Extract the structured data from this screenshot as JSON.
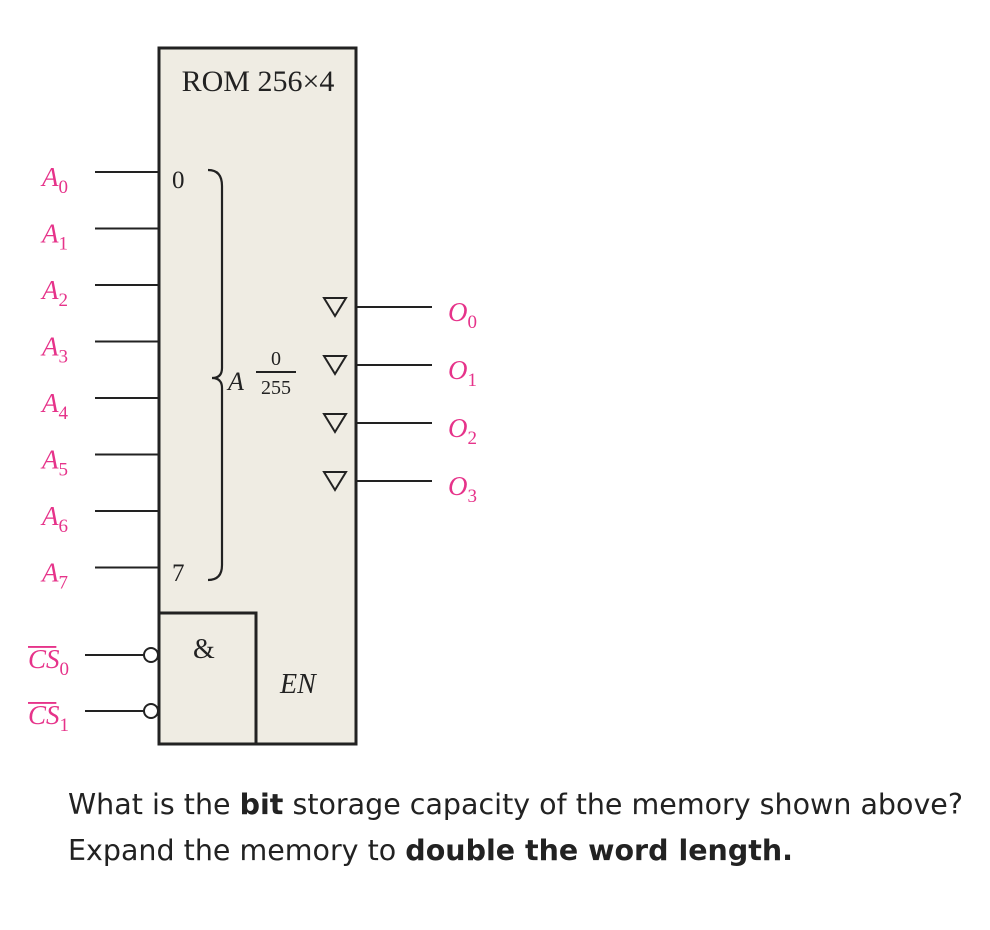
{
  "diagram": {
    "title": "ROM 256×4",
    "address_inputs": [
      {
        "name": "A",
        "sub": "0"
      },
      {
        "name": "A",
        "sub": "1"
      },
      {
        "name": "A",
        "sub": "2"
      },
      {
        "name": "A",
        "sub": "3"
      },
      {
        "name": "A",
        "sub": "4"
      },
      {
        "name": "A",
        "sub": "5"
      },
      {
        "name": "A",
        "sub": "6"
      },
      {
        "name": "A",
        "sub": "7"
      }
    ],
    "outputs": [
      {
        "name": "O",
        "sub": "0"
      },
      {
        "name": "O",
        "sub": "1"
      },
      {
        "name": "O",
        "sub": "2"
      },
      {
        "name": "O",
        "sub": "3"
      }
    ],
    "chip_selects": [
      {
        "name": "CS",
        "sub": "0"
      },
      {
        "name": "CS",
        "sub": "1"
      }
    ],
    "address_range_start": "0",
    "address_range_end": "7",
    "address_symbol": "A",
    "address_fraction_top": "0",
    "address_fraction_bottom": "255",
    "and_gate_label": "&",
    "enable_label": "EN",
    "colors": {
      "signal_labels": "#e6338a",
      "box_fill": "#efece3",
      "lines": "#222222"
    }
  },
  "question": {
    "line1_prefix": "What is the ",
    "line1_bold": "bit",
    "line1_suffix": " storage capacity of the memory shown above?",
    "line2_prefix": "Expand the memory to ",
    "line2_bold": "double the word length."
  }
}
